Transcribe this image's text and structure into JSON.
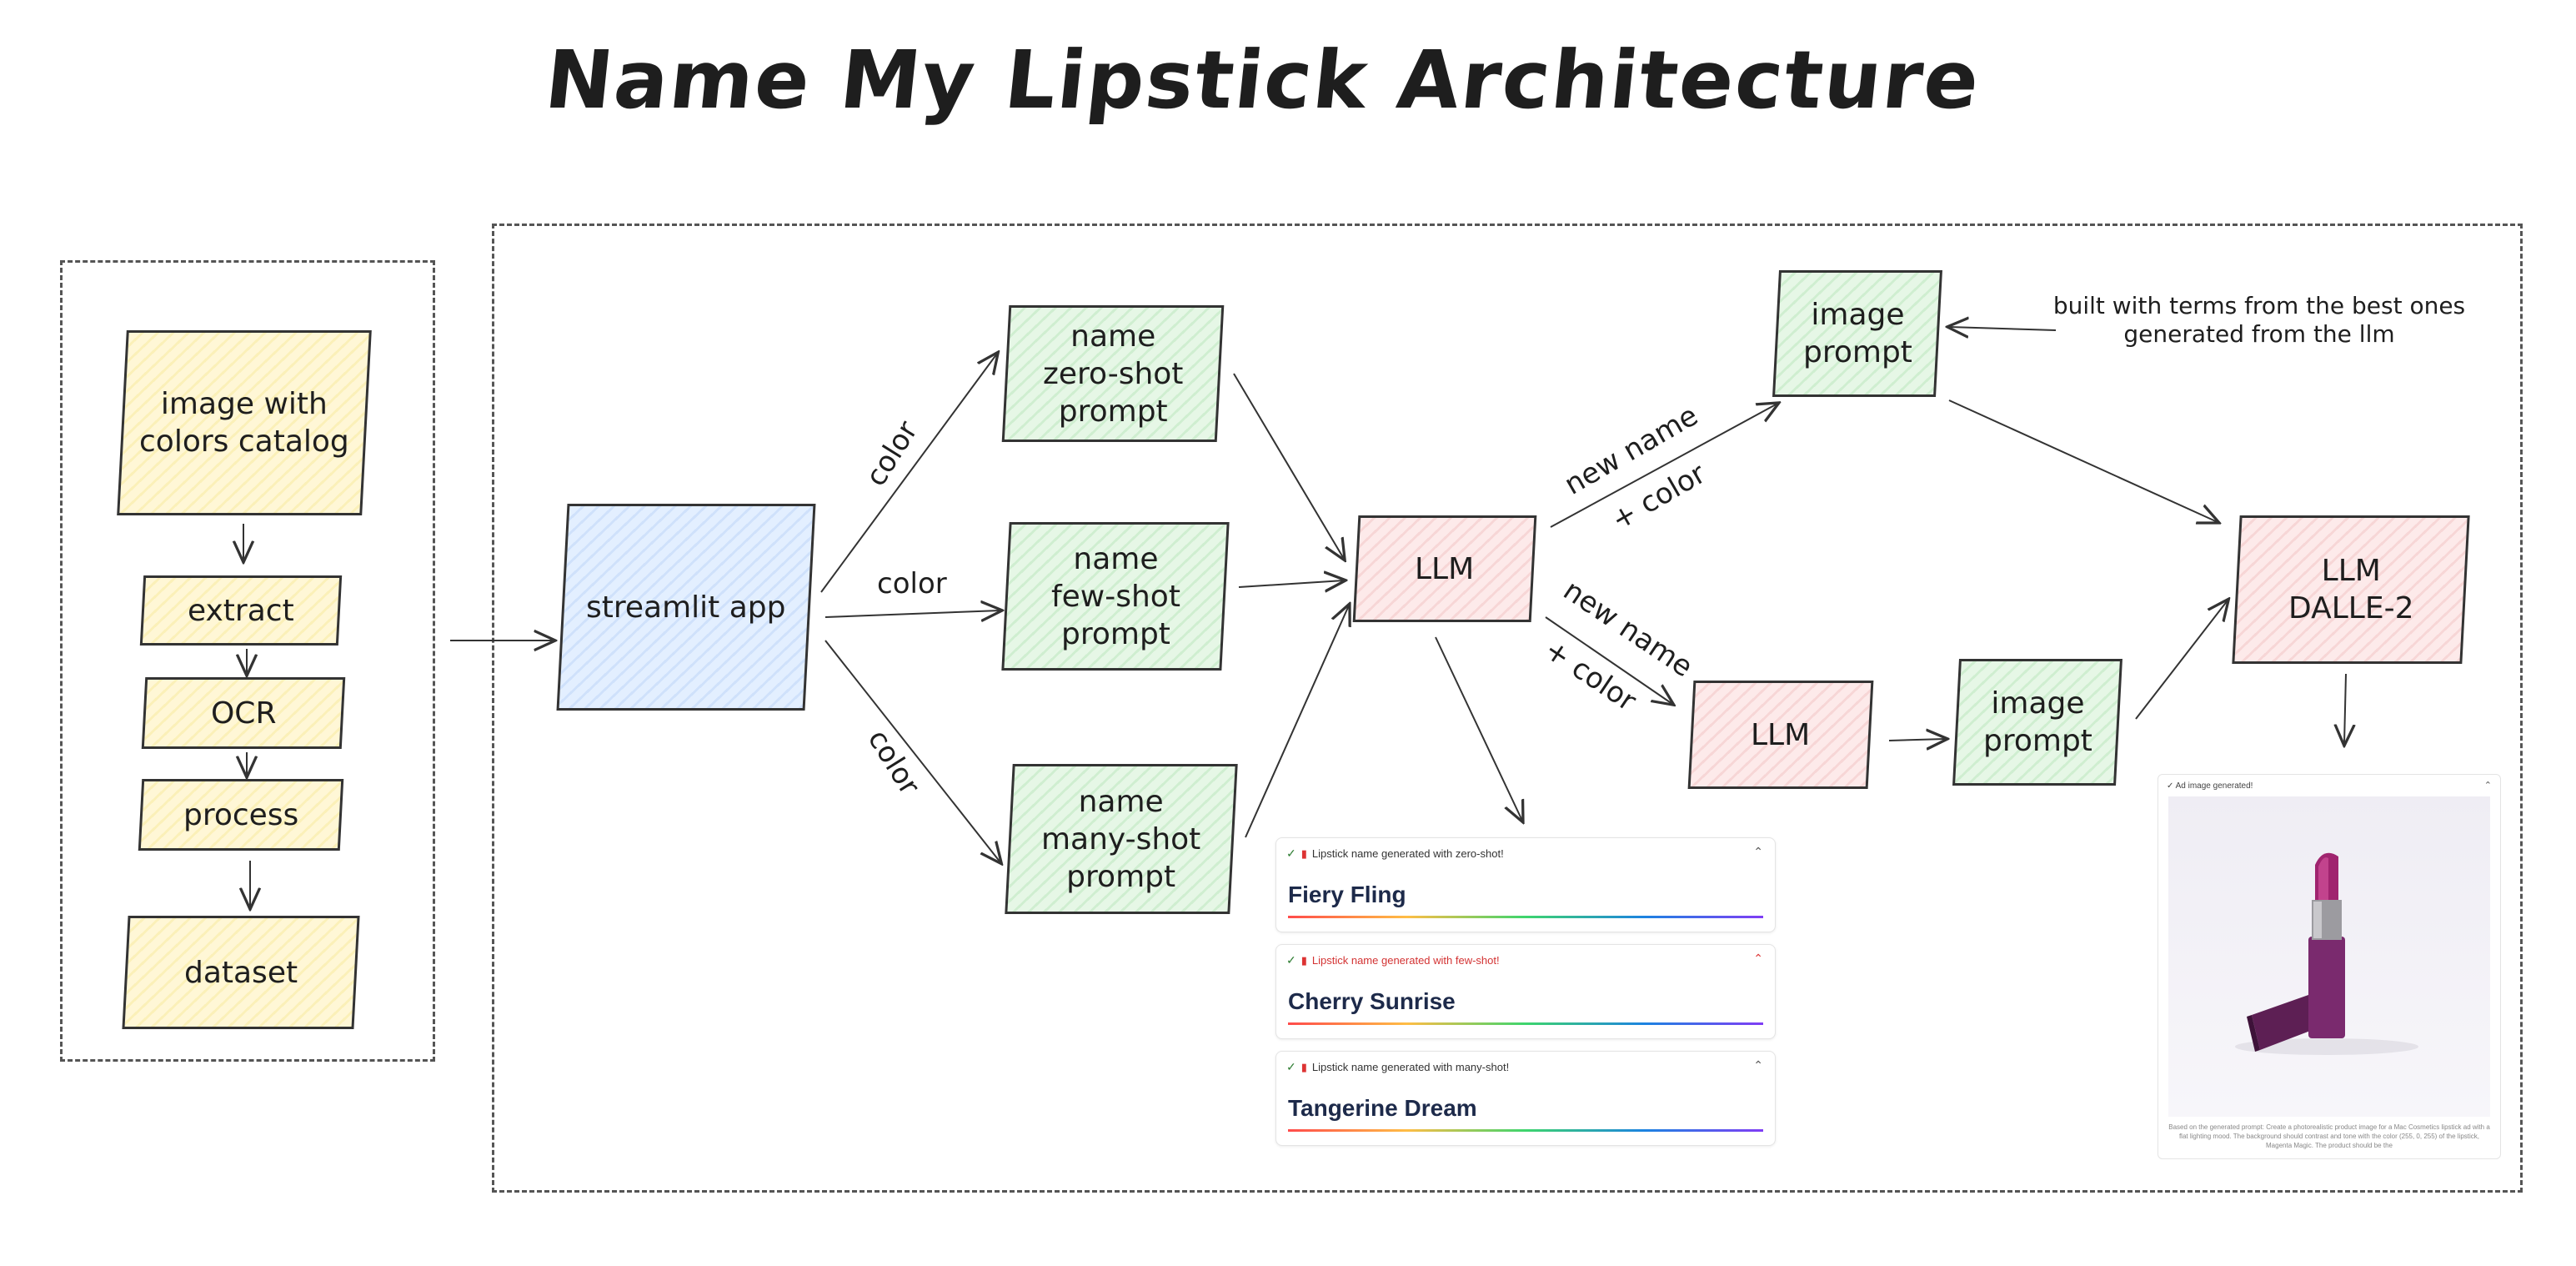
{
  "title": "Name My Lipstick Architecture",
  "boxes": {
    "catalog": "image with\ncolors catalog",
    "extract": "extract",
    "ocr": "OCR",
    "process": "process",
    "dataset": "dataset",
    "streamlit": "streamlit app",
    "zero_shot": "name\nzero-shot\nprompt",
    "few_shot": "name\nfew-shot\nprompt",
    "many_shot": "name\nmany-shot\nprompt",
    "llm_main": "LLM",
    "image_prompt_top": "image\nprompt",
    "llm_dalle": "LLM\nDALLE-2",
    "llm_second": "LLM",
    "image_prompt_bottom": "image\nprompt"
  },
  "edge_labels": {
    "color_up": "color",
    "color_mid": "color",
    "color_down": "color",
    "new_name_up_1": "new name",
    "new_name_up_2": "+ color",
    "new_name_down_1": "new name",
    "new_name_down_2": "+ color"
  },
  "note": "built with terms from the best ones\ngenerated from the llm",
  "cards": [
    {
      "header": "Lipstick name generated with zero-shot!",
      "name": "Fiery Fling",
      "header_color": "#333333"
    },
    {
      "header": "Lipstick name generated with few-shot!",
      "name": "Cherry Sunrise",
      "header_color": "#d33333"
    },
    {
      "header": "Lipstick name generated with many-shot!",
      "name": "Tangerine Dream",
      "header_color": "#333333"
    }
  ],
  "image_card": {
    "header": "✓ Ad image generated!",
    "caption": "Based on the generated prompt: Create a photorealistic product image for a Mac Cosmetics lipstick ad with a flat lighting mood. The background should contrast and tone with the color (255, 0, 255) of the lipstick, Magenta Magic. The product should be the"
  },
  "colors": {
    "yellow": "#fbf0b8",
    "blue": "#cfe1fb",
    "green": "#cfeed0",
    "pink": "#f7d6d6"
  }
}
